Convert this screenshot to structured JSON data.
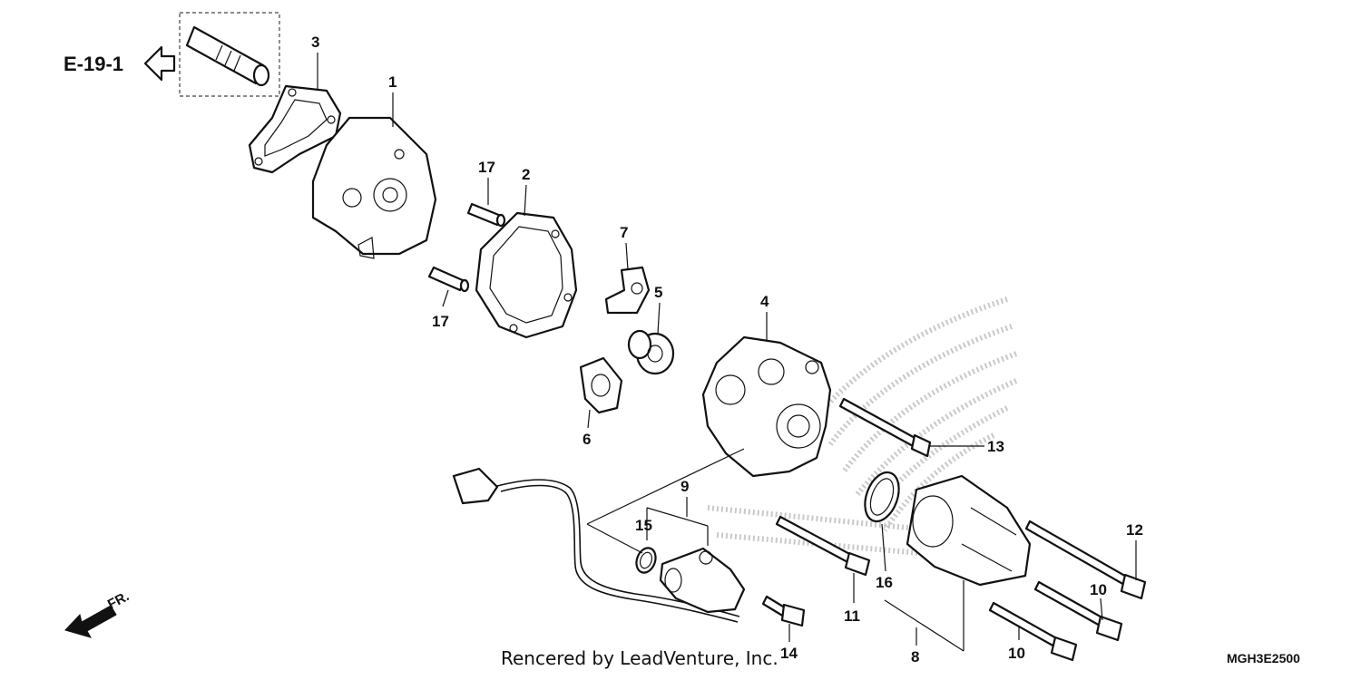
{
  "diagram": {
    "reference_label": "E-19-1",
    "callouts": {
      "c1": "1",
      "c2": "2",
      "c3": "3",
      "c4": "4",
      "c5": "5",
      "c6": "6",
      "c7": "7",
      "c8": "8",
      "c9": "9",
      "c10a": "10",
      "c10b": "10",
      "c11": "11",
      "c12": "12",
      "c13": "13",
      "c14": "14",
      "c15": "15",
      "c16": "16",
      "c17a": "17",
      "c17b": "17"
    },
    "direction_label": "FR.",
    "credit": "Rencered by LeadVenture, Inc.",
    "diagram_code": "MGH3E2500",
    "icons": [
      "reference-arrow-icon",
      "front-direction-arrow-icon",
      "brand-wing-watermark"
    ]
  }
}
